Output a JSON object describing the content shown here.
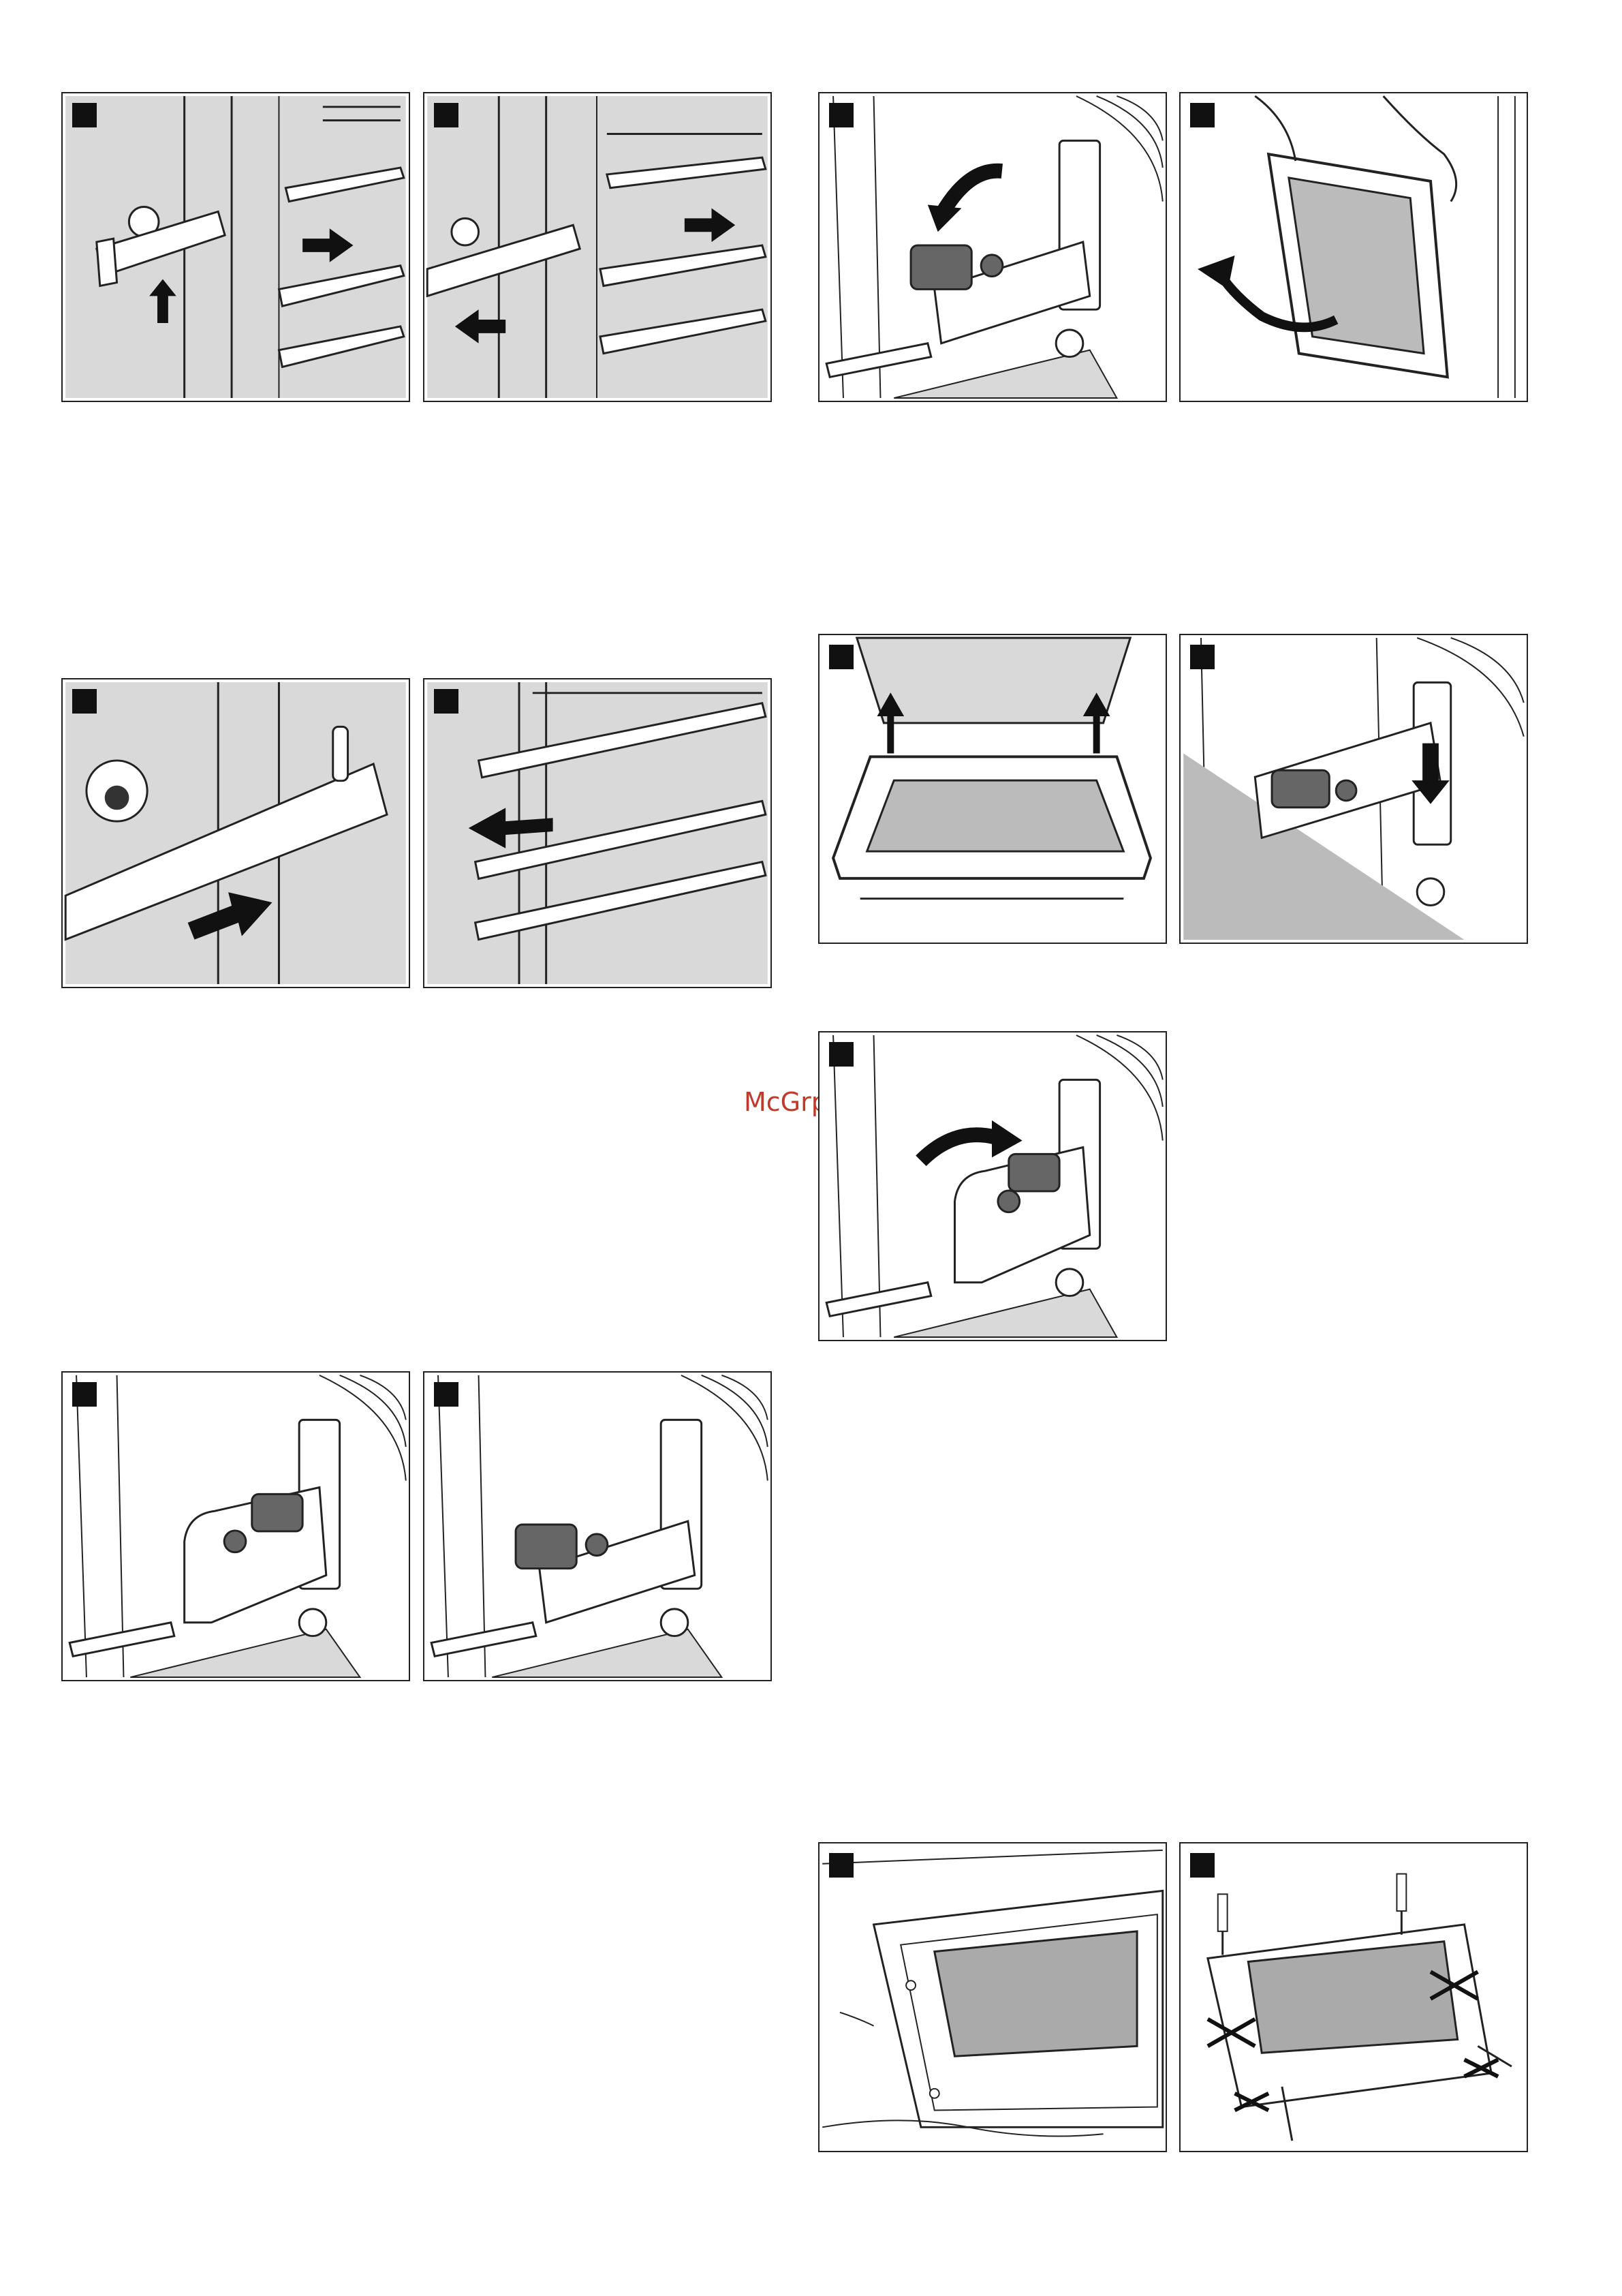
{
  "watermark": "McGrp.Ru",
  "panels": [
    {
      "id": "A1",
      "icon": "shelf-rail-lift-illustration"
    },
    {
      "id": "A2",
      "icon": "shelf-rail-pull-out-illustration"
    },
    {
      "id": "B1",
      "icon": "door-hinge-lever-fold-illustration"
    },
    {
      "id": "B2",
      "icon": "door-lift-off-illustration"
    },
    {
      "id": "C1",
      "icon": "shelf-rail-push-in-illustration"
    },
    {
      "id": "C2",
      "icon": "shelf-rail-insert-illustration"
    },
    {
      "id": "D1",
      "icon": "door-refit-hinges-illustration"
    },
    {
      "id": "D2",
      "icon": "door-hinge-lock-down-illustration"
    },
    {
      "id": "E1",
      "icon": "door-hinge-lever-close-illustration"
    },
    {
      "id": "F1",
      "icon": "door-hinge-lever-closed-illustration"
    },
    {
      "id": "F2",
      "icon": "door-hinge-lever-open-illustration"
    },
    {
      "id": "G1",
      "icon": "inner-door-panel-illustration"
    },
    {
      "id": "G2",
      "icon": "inner-door-screws-illustration"
    }
  ],
  "colors": {
    "panel_fill": "#d9d9d9",
    "line": "#222222",
    "part": "#666666",
    "watermark": "#c0392b"
  }
}
